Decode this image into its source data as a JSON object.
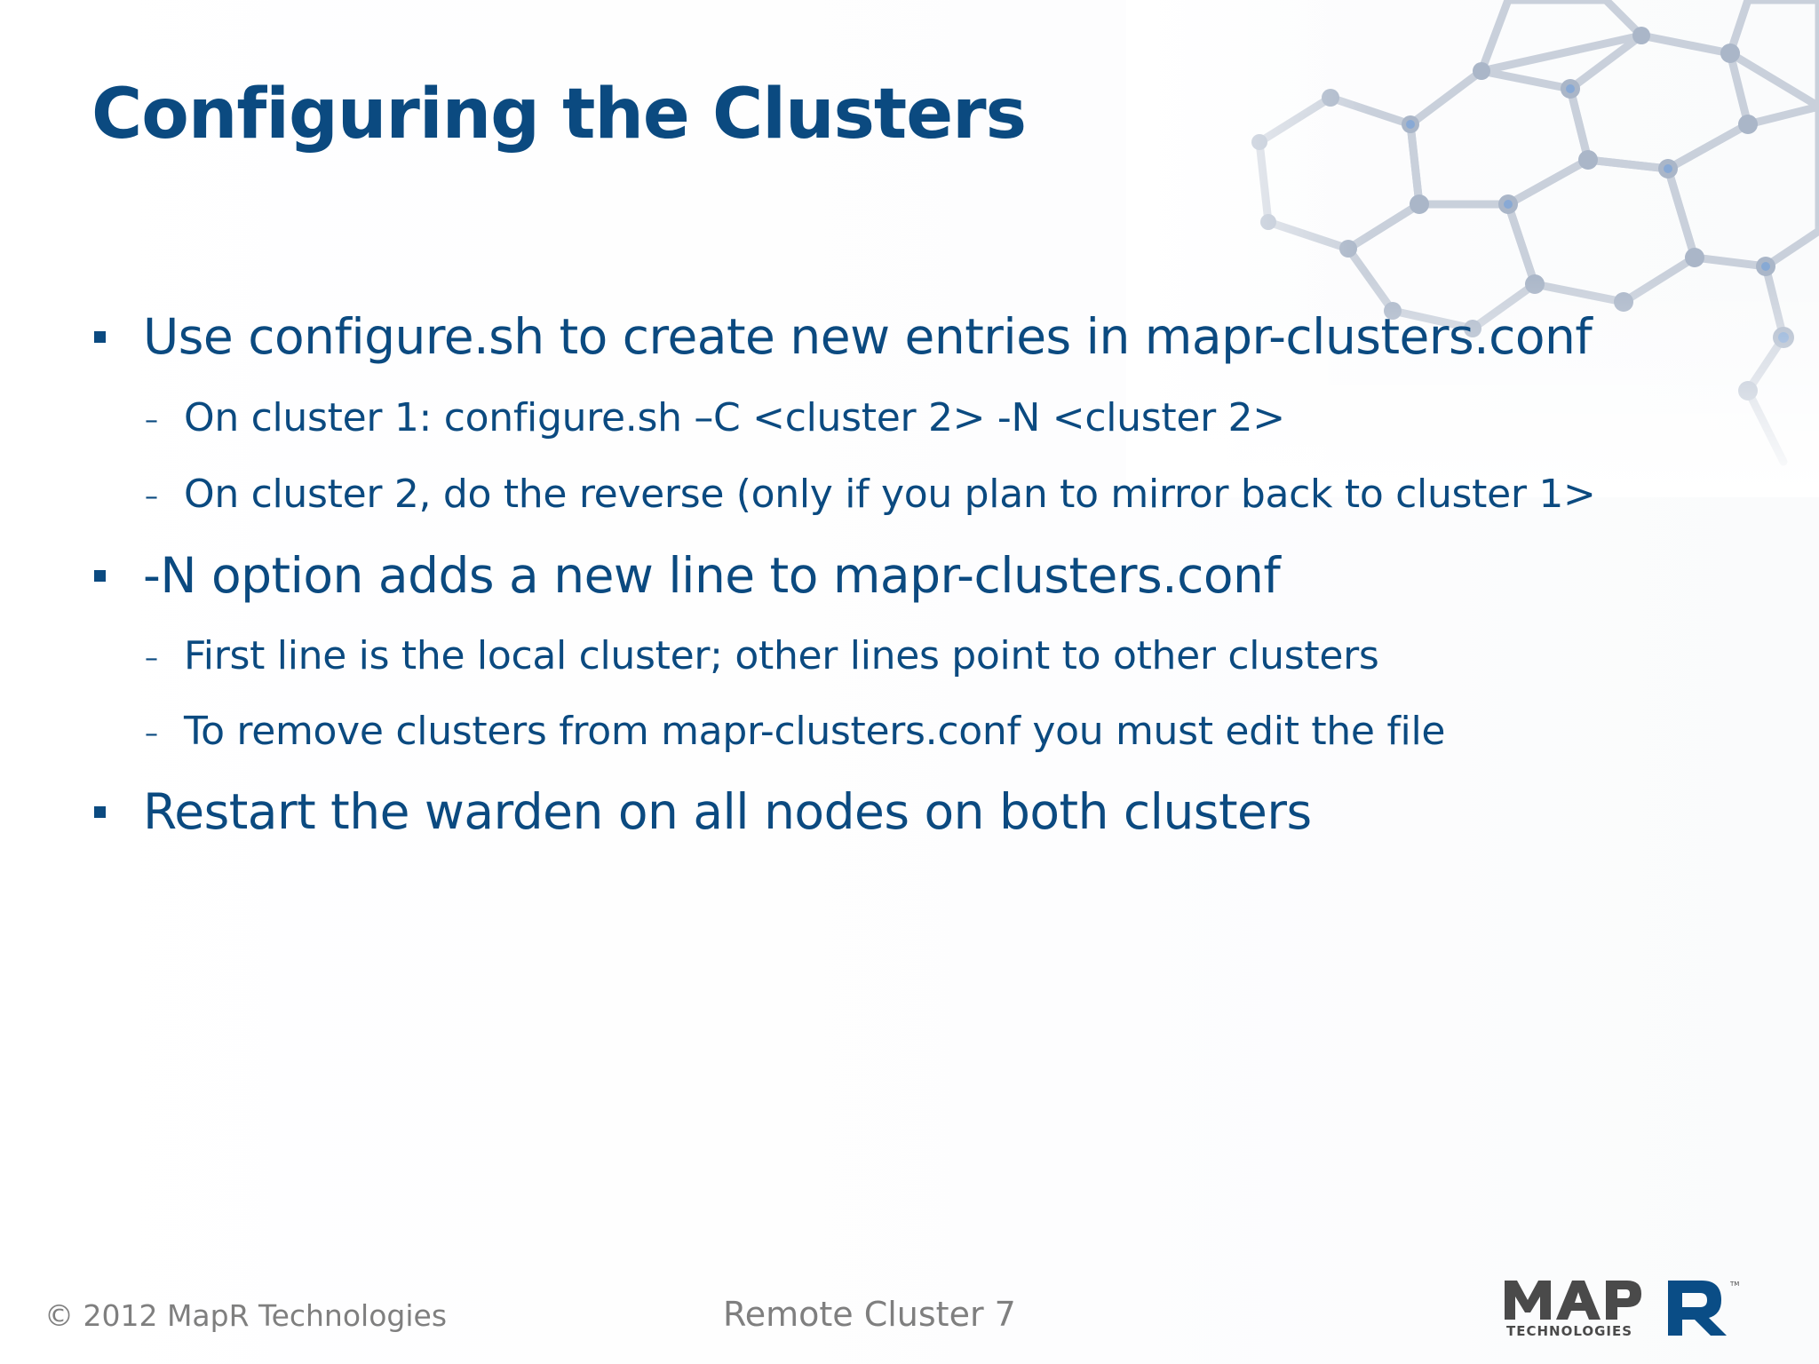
{
  "slide": {
    "title": "Configuring the Clusters",
    "bullets": [
      {
        "text": "Use configure.sh to create new entries in mapr-clusters.conf",
        "subitems": [
          "On cluster 1: configure.sh –C <cluster 2> -N <cluster 2>",
          "On cluster 2, do the reverse (only if you plan to mirror back to cluster 1>"
        ]
      },
      {
        "text": "-N option adds a new line to mapr-clusters.conf",
        "subitems": [
          "First line is the local cluster; other lines point to other clusters",
          "To remove clusters from mapr-clusters.conf you must edit the file"
        ]
      },
      {
        "text": "Restart the warden on all nodes on both clusters",
        "subitems": []
      }
    ],
    "bullet_marker": "▪",
    "sub_marker": "–"
  },
  "footer": {
    "copyright": "© 2012 MapR Technologies",
    "center_text": "Remote Cluster 7"
  },
  "logo": {
    "text": "MAPR",
    "subtext": "TECHNOLOGIES",
    "tm": "TM"
  },
  "colors": {
    "title": "#0b4a80",
    "body": "#0b4a80",
    "footer": "#7f7f7f",
    "logo_dark": "#4a4a4a",
    "logo_accent": "#0a4d86"
  }
}
